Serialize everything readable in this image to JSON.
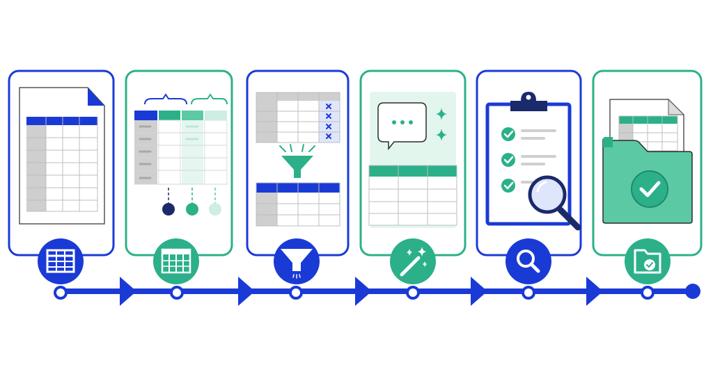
{
  "colors": {
    "blue": "#1a3ad6",
    "teal": "#2bb08a",
    "teal_light": "#cdeee2",
    "teal_mid": "#5cc9a5",
    "navy": "#1b2a6b",
    "gray": "#cfcfcf",
    "gray_dark": "#a9a9a9",
    "white": "#ffffff"
  },
  "steps": [
    {
      "name": "spreadsheet-step",
      "card_color": "blue",
      "icon": "spreadsheet-icon",
      "illustration": "document-table"
    },
    {
      "name": "column-mapping-step",
      "card_color": "teal",
      "icon": "columns-icon",
      "illustration": "column-mapping"
    },
    {
      "name": "filter-step",
      "card_color": "blue",
      "icon": "funnel-icon",
      "illustration": "filter-table"
    },
    {
      "name": "ai-transform-step",
      "card_color": "teal",
      "icon": "magic-wand-icon",
      "illustration": "chat-table"
    },
    {
      "name": "review-step",
      "card_color": "blue",
      "icon": "magnifier-icon",
      "illustration": "clipboard-check"
    },
    {
      "name": "export-step",
      "card_color": "teal",
      "icon": "folder-check-icon",
      "illustration": "folder-export"
    }
  ],
  "chat_bubble_text": "..."
}
